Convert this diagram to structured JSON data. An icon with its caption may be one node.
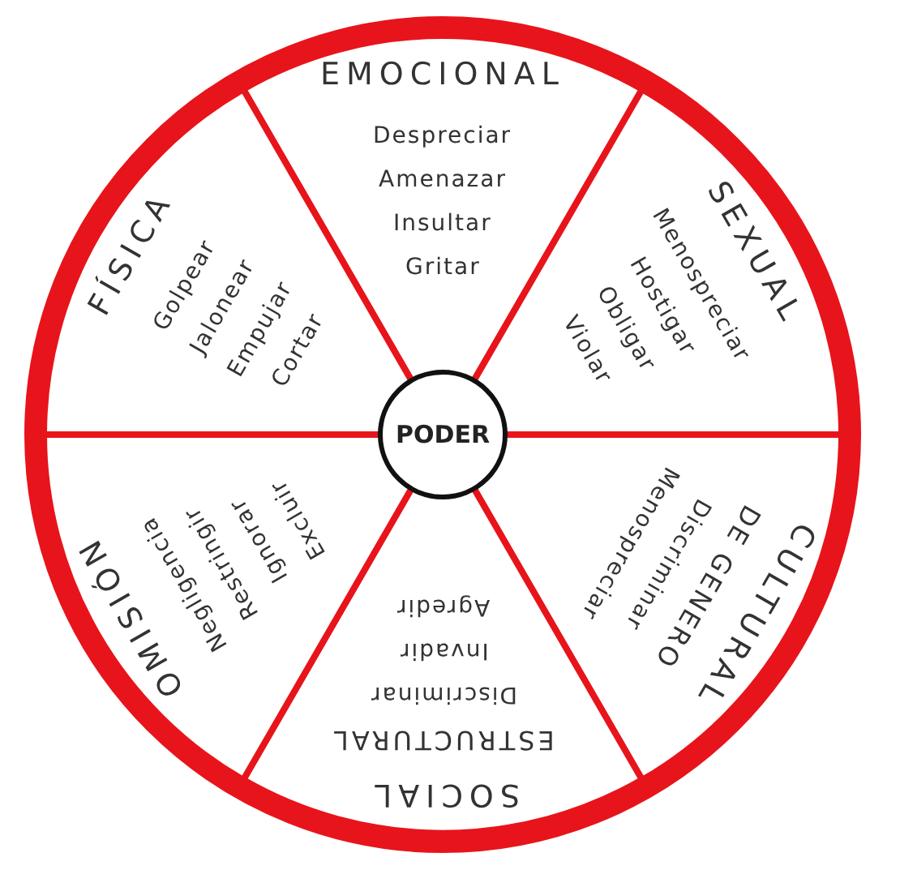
{
  "diagram": {
    "nodes": [
      {
        "text": [
          "EMOCIONAL",
          "Despreciar",
          "Amenazar",
          "Insultar",
          "Gritar"
        ]
      },
      {
        "text": [
          "SEXUAL",
          "Menospreciar",
          "Hostigar",
          "Obligar",
          "Violar"
        ]
      },
      {
        "text": [
          "CULTURAL",
          "DE GENERO",
          "Discriminar",
          "Menospreciar"
        ]
      },
      {
        "text": [
          "SOCIAL",
          "ESTRUCTURAL",
          "Discriminar",
          "Invadir",
          "Agredir"
        ]
      },
      {
        "text": [
          "OMISIÓN",
          "Negligencia",
          "Restringir",
          "Ignorar",
          "Excluir"
        ]
      },
      {
        "text": [
          "FÍSICA",
          "Golpear",
          "Jalonear",
          "Empujar",
          "Cortar"
        ]
      },
      {
        "text": [
          "PODER"
        ]
      }
    ]
  }
}
